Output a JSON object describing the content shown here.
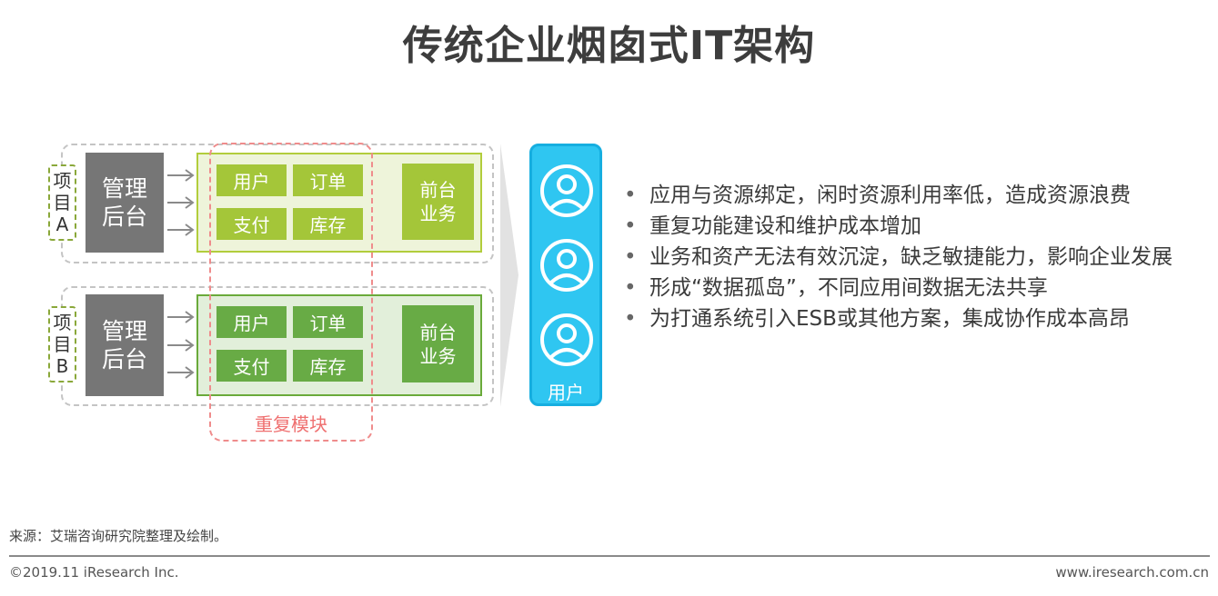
{
  "title": "传统企业烟囱式IT架构",
  "projects": [
    {
      "label": [
        "项",
        "目",
        "A"
      ],
      "mgmt": [
        "管理",
        "后台"
      ],
      "modules": [
        "用户",
        "订单",
        "支付",
        "库存"
      ],
      "front": [
        "前台",
        "业务"
      ]
    },
    {
      "label": [
        "项",
        "目",
        "B"
      ],
      "mgmt": [
        "管理",
        "后台"
      ],
      "modules": [
        "用户",
        "订单",
        "支付",
        "库存"
      ],
      "front": [
        "前台",
        "业务"
      ]
    }
  ],
  "repeat_label": "重复模块",
  "user_panel_label": "用户",
  "bullets": [
    "应用与资源绑定，闲时资源利用率低，造成资源浪费",
    "重复功能建设和维护成本增加",
    "业务和资产无法有效沉淀，缺乏敏捷能力，影响企业发展",
    "形成“数据孤岛”，不同应用间数据无法共享",
    "为打通系统引入ESB或其他方案，集成协作成本高昂"
  ],
  "source": "来源：艾瑞咨询研究院整理及绘制。",
  "footer": {
    "copyright": "©2019.11 iResearch Inc.",
    "website": "www.iresearch.com.cn"
  },
  "colors": {
    "project_a_accent": "#a4c639",
    "project_b_accent": "#68ab45",
    "mgmt": "#767676",
    "repeat_dash": "#ef8c8c",
    "user_panel": "#2fc6f1"
  }
}
